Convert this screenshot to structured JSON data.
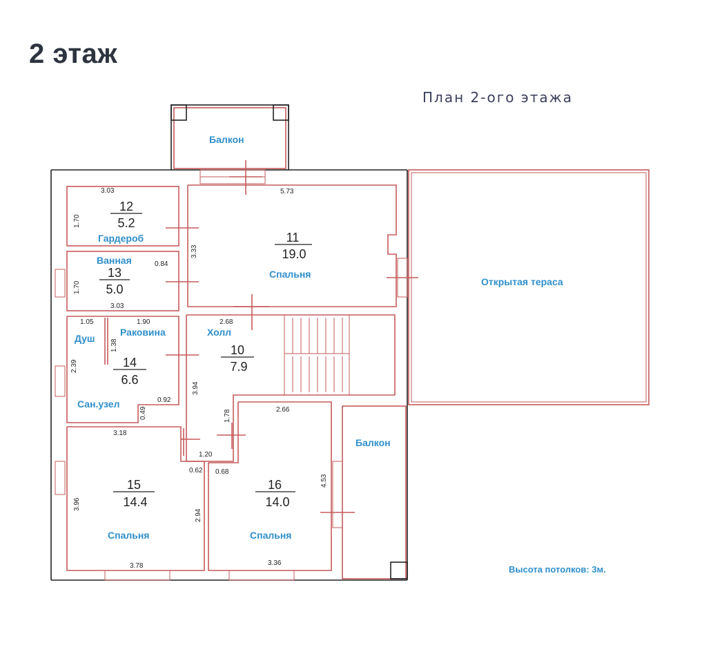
{
  "header": {
    "title": "2 этаж"
  },
  "plan": {
    "caption": "План 2-ого этажа",
    "ceiling_note": "Высота потолков: 3м.",
    "wall_color": "#c65a5a",
    "label_color": "#2f8fcb"
  },
  "rooms": [
    {
      "num": "12",
      "area": "5.2",
      "name": "Гардероб"
    },
    {
      "num": "13",
      "area": "5.0",
      "name": "Ванная"
    },
    {
      "num": "11",
      "area": "19.0",
      "name": "Спальня"
    },
    {
      "num": "14",
      "area": "6.6",
      "name": "Сан.узел"
    },
    {
      "num": "10",
      "area": "7.9",
      "name": "Холл"
    },
    {
      "num": "15",
      "area": "14.4",
      "name": "Спальня"
    },
    {
      "num": "16",
      "area": "14.0",
      "name": "Спальня"
    }
  ],
  "labels": {
    "balcony_top": "Балкон",
    "balcony_right": "Балкон",
    "terrace": "Открытая тераса",
    "shower": "Душ",
    "sink": "Раковина"
  },
  "dims": {
    "d303a": "3.03",
    "d170a": "1.70",
    "d573": "5.73",
    "d333": "3.33",
    "d084": "0.84",
    "d170b": "1.70",
    "d303b": "3.03",
    "d105": "1.05",
    "d190": "1.90",
    "d268": "2.68",
    "d138": "1.38",
    "d239": "2.39",
    "d092": "0.92",
    "d049": "0.49",
    "d394": "3.94",
    "d178": "1.78",
    "d266": "2.66",
    "d318": "3.18",
    "d120": "1.20",
    "d062": "0.62",
    "d068": "0.68",
    "d453": "4.53",
    "d396": "3.96",
    "d294": "2.94",
    "d378": "3.78",
    "d336": "3.36"
  }
}
